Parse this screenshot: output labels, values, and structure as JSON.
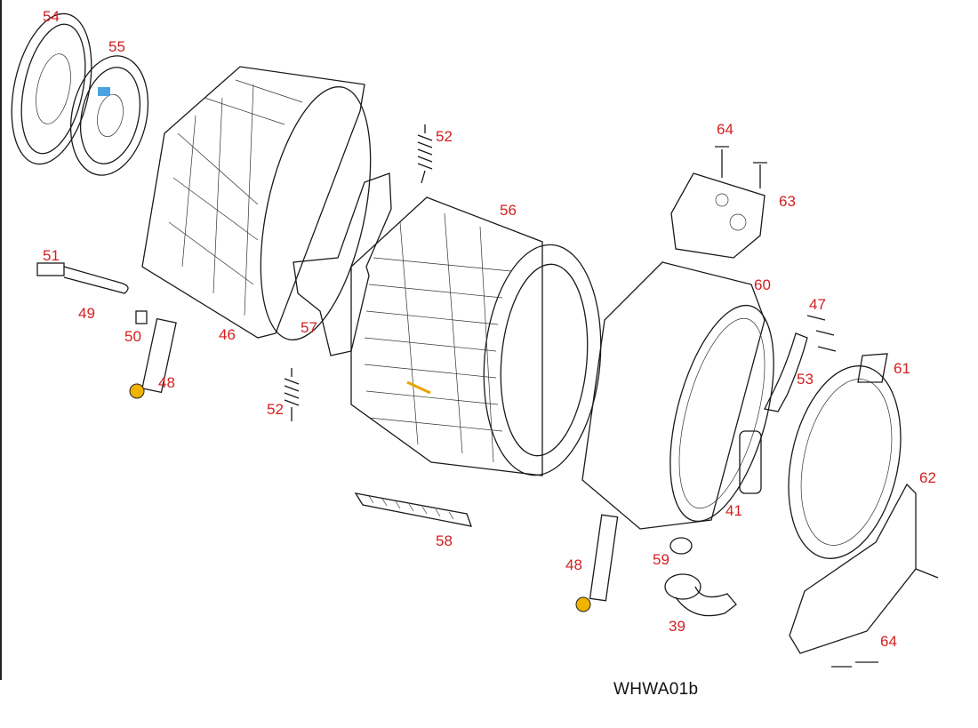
{
  "diagram_code": "WHWA01b",
  "callouts": [
    {
      "id": "c54a",
      "label": "54"
    },
    {
      "id": "c55",
      "label": "55"
    },
    {
      "id": "c52a",
      "label": "52"
    },
    {
      "id": "c64a",
      "label": "64"
    },
    {
      "id": "c63",
      "label": "63"
    },
    {
      "id": "c56",
      "label": "56"
    },
    {
      "id": "c51",
      "label": "51"
    },
    {
      "id": "c49",
      "label": "49"
    },
    {
      "id": "c50",
      "label": "50"
    },
    {
      "id": "c46",
      "label": "46"
    },
    {
      "id": "c57",
      "label": "57"
    },
    {
      "id": "c48a",
      "label": "48"
    },
    {
      "id": "c52b",
      "label": "52"
    },
    {
      "id": "c60",
      "label": "60"
    },
    {
      "id": "c47",
      "label": "47"
    },
    {
      "id": "c53",
      "label": "53"
    },
    {
      "id": "c61",
      "label": "61"
    },
    {
      "id": "c62",
      "label": "62"
    },
    {
      "id": "c41",
      "label": "41"
    },
    {
      "id": "c58",
      "label": "58"
    },
    {
      "id": "c48b",
      "label": "48"
    },
    {
      "id": "c59",
      "label": "59"
    },
    {
      "id": "c39",
      "label": "39"
    },
    {
      "id": "c64b",
      "label": "64"
    }
  ]
}
